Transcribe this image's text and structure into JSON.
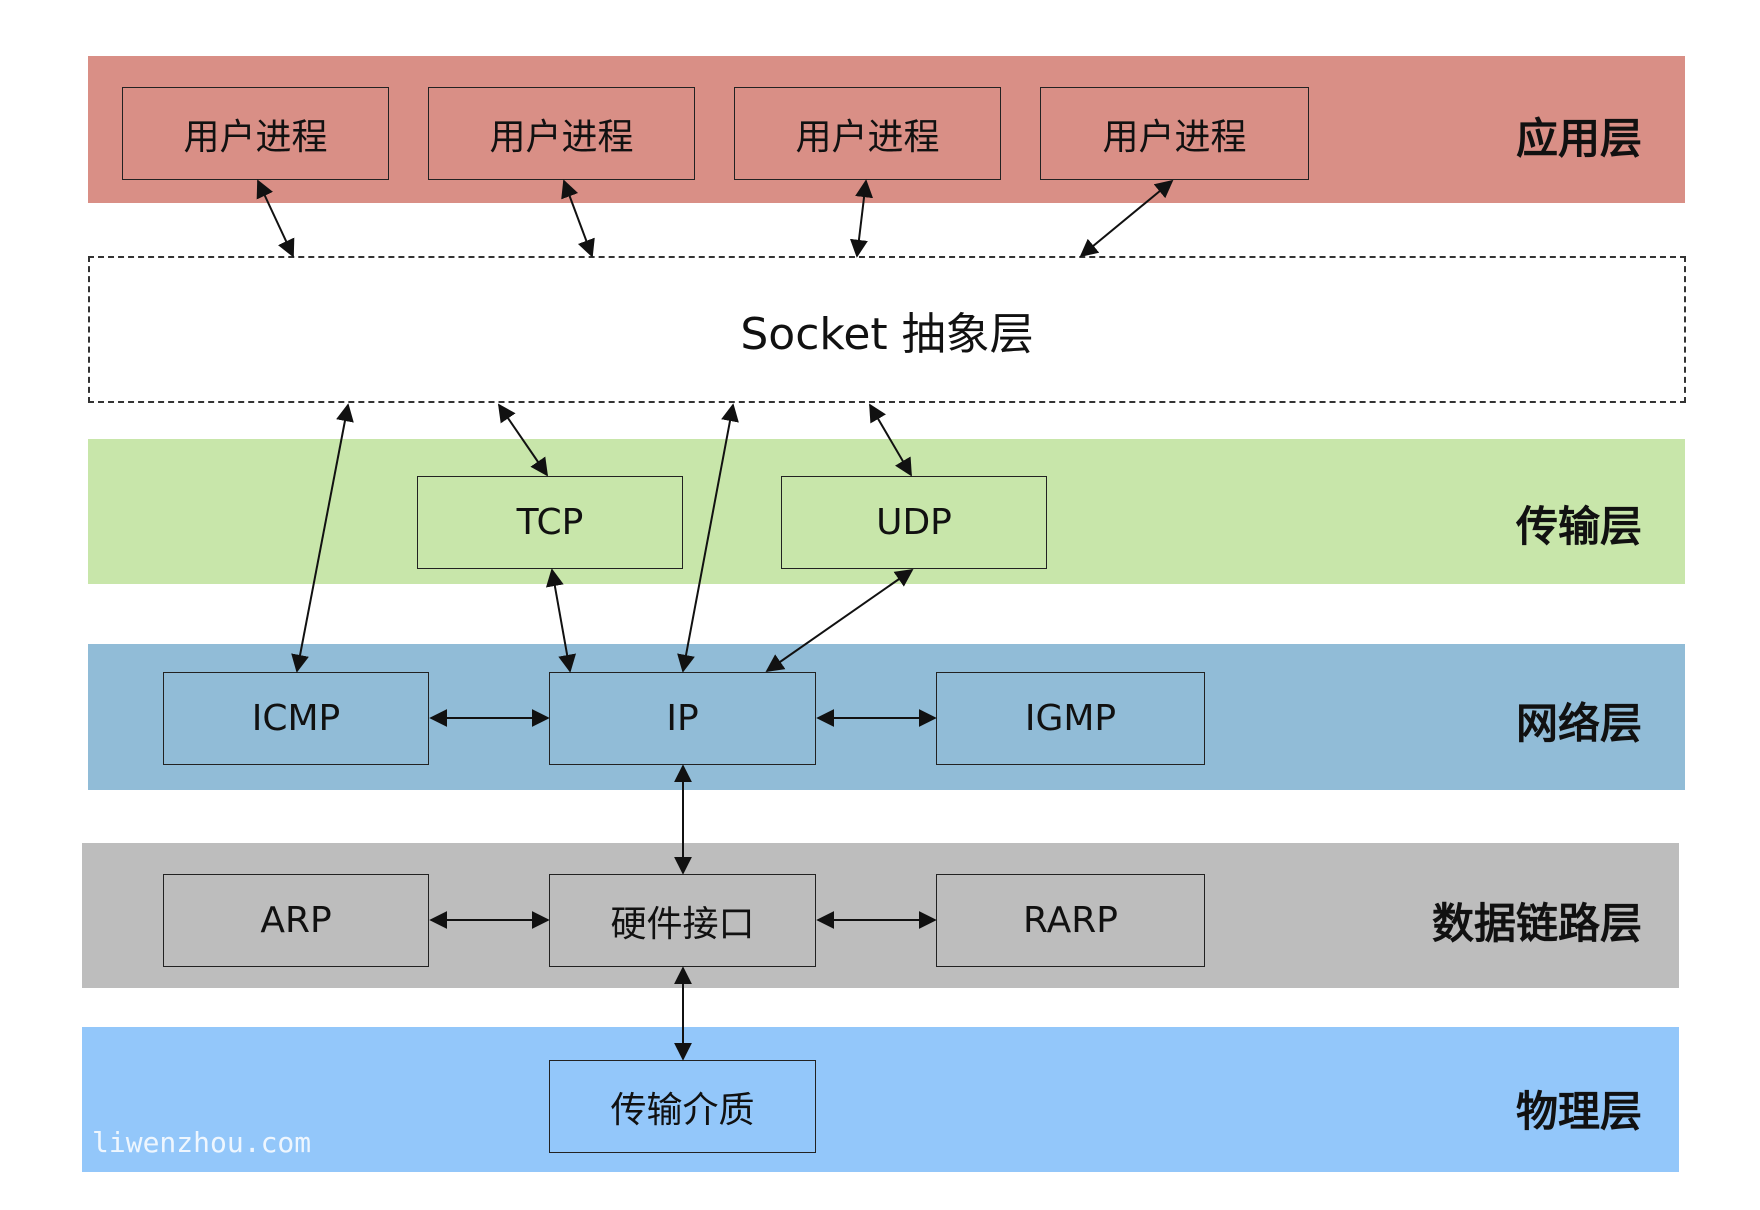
{
  "layers": {
    "application": "应用层",
    "transport": "传输层",
    "network": "网络层",
    "datalink": "数据链路层",
    "physical": "物理层"
  },
  "socket_label": "Socket 抽象层",
  "app_boxes": [
    "用户进程",
    "用户进程",
    "用户进程",
    "用户进程"
  ],
  "transport_boxes": {
    "tcp": "TCP",
    "udp": "UDP"
  },
  "network_boxes": {
    "icmp": "ICMP",
    "ip": "IP",
    "igmp": "IGMP"
  },
  "datalink_boxes": {
    "arp": "ARP",
    "hw": "硬件接口",
    "rarp": "RARP"
  },
  "physical_boxes": {
    "medium": "传输介质"
  },
  "watermark": "liwenzhou.com",
  "colors": {
    "application": "#d98f86",
    "transport": "#c8e6aa",
    "network": "#91bcd7",
    "datalink": "#bdbdbd",
    "physical": "#93c7fa"
  }
}
